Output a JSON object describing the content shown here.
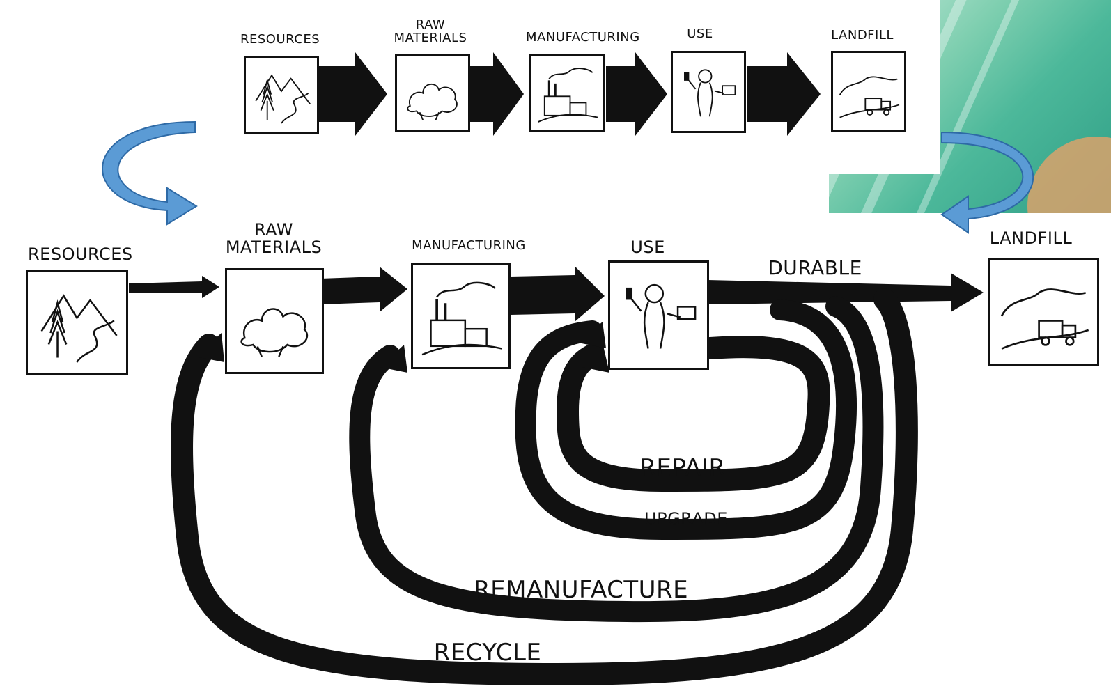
{
  "top_row": {
    "stages": [
      {
        "label": "RESOURCES",
        "icon": "tree-mountain-icon"
      },
      {
        "label": "RAW\nMATERIALS",
        "icon": "raw-materials-icon"
      },
      {
        "label": "MANUFACTURING",
        "icon": "factory-icon"
      },
      {
        "label": "USE",
        "icon": "person-using-devices-icon"
      },
      {
        "label": "LANDFILL",
        "icon": "landfill-truck-icon"
      }
    ]
  },
  "bottom_row": {
    "stages": [
      {
        "label": "RESOURCES",
        "icon": "tree-mountain-icon"
      },
      {
        "label": "RAW\nMATERIALS",
        "icon": "raw-materials-icon"
      },
      {
        "label": "MANUFACTURING",
        "icon": "factory-icon"
      },
      {
        "label": "USE",
        "icon": "person-using-devices-icon"
      },
      {
        "label": "LANDFILL",
        "icon": "landfill-truck-icon"
      }
    ],
    "flow_labels": {
      "durable": "DURABLE",
      "repair": "REPAIR",
      "upgrade": "UPGRADE",
      "remanufacture": "REMANUFACTURE",
      "recycle": "RECYCLE"
    }
  },
  "colors": {
    "ink": "#111111",
    "curved_arrow_fill": "#5b9bd5",
    "curved_arrow_stroke": "#2e6aa6",
    "background_accent": "#4cb89a"
  }
}
